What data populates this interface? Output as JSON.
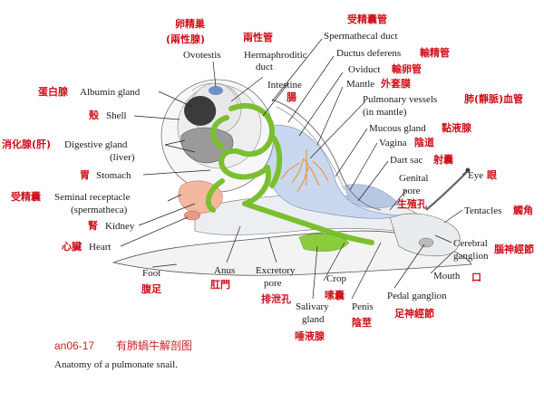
{
  "labels": {
    "ovotestis_zh": "卵精巢",
    "ovotestis_zh2": "(兩性腺)",
    "ovotestis": "Ovotestis",
    "hermaphroditic_zh": "兩性管",
    "hermaphroditic_1": "Hermaphroditic",
    "hermaphroditic_2": "duct",
    "spermathecal_zh": "受精囊管",
    "spermathecal": "Spermathecal duct",
    "ductus_deferens": "Ductus deferens",
    "ductus_deferens_zh": "輸精管",
    "oviduct": "Oviduct",
    "oviduct_zh": "輸卵管",
    "mantle": "Mantle",
    "mantle_zh": "外套膜",
    "pulmonary_1": "Pulmonary vessels",
    "pulmonary_2": "(in mantle)",
    "pulmonary_zh": "肺(靜脈)血管",
    "mucous": "Mucous gland",
    "mucous_zh": "黏液腺",
    "vagina": "Vagina",
    "vagina_zh": "陰道",
    "dart_sac": "Dart sac",
    "dart_sac_zh": "射囊",
    "eye": "Eye",
    "eye_zh": "眼",
    "genital_1": "Genital",
    "genital_2": "pore",
    "genital_zh": "生殖孔",
    "tentacles": "Tentacles",
    "tentacles_zh": "觸角",
    "cerebral_1": "Cerebral",
    "cerebral_2": "ganglion",
    "cerebral_zh": "腦神經節",
    "mouth": "Mouth",
    "mouth_zh": "口",
    "pedal": "Pedal ganglion",
    "pedal_zh": "足神經節",
    "penis": "Penis",
    "penis_zh": "陰莖",
    "crop": "Crop",
    "crop_zh": "嗉囊",
    "salivary_1": "Salivary",
    "salivary_2": "gland",
    "salivary_zh": "唾液腺",
    "excretory_1": "Excretory",
    "excretory_2": "pore",
    "excretory_zh": "排泄孔",
    "anus": "Anus",
    "anus_zh": "肛門",
    "foot": "Foot",
    "foot_zh": "腹足",
    "intestine": "Intestine",
    "intestine_zh": "腸",
    "albumin": "Albumin gland",
    "albumin_zh": "蛋白腺",
    "shell": "Shell",
    "shell_zh": "殼",
    "digestive_1": "Digestive gland",
    "digestive_2": "(liver)",
    "digestive_zh": "消化腺(肝)",
    "stomach": "Stomach",
    "stomach_zh": "胃",
    "seminal_1": "Seminal receptacle",
    "seminal_2": "(spermatheca)",
    "seminal_zh": "受精囊",
    "kidney": "Kidney",
    "kidney_zh": "腎",
    "heart": "Heart",
    "heart_zh": "心臟"
  },
  "caption": {
    "code": "an06-17",
    "zh": "有肺蝸牛解剖图",
    "en": "Anatomy of a pulmonate snail."
  },
  "colors": {
    "label_red": "#d0101a",
    "intestine_green": "#7bbf2f",
    "pulmonary_orange": "#f08a1c",
    "mantle_blue": "#c9d8ef",
    "kidney_pink": "#f4b8a0"
  }
}
